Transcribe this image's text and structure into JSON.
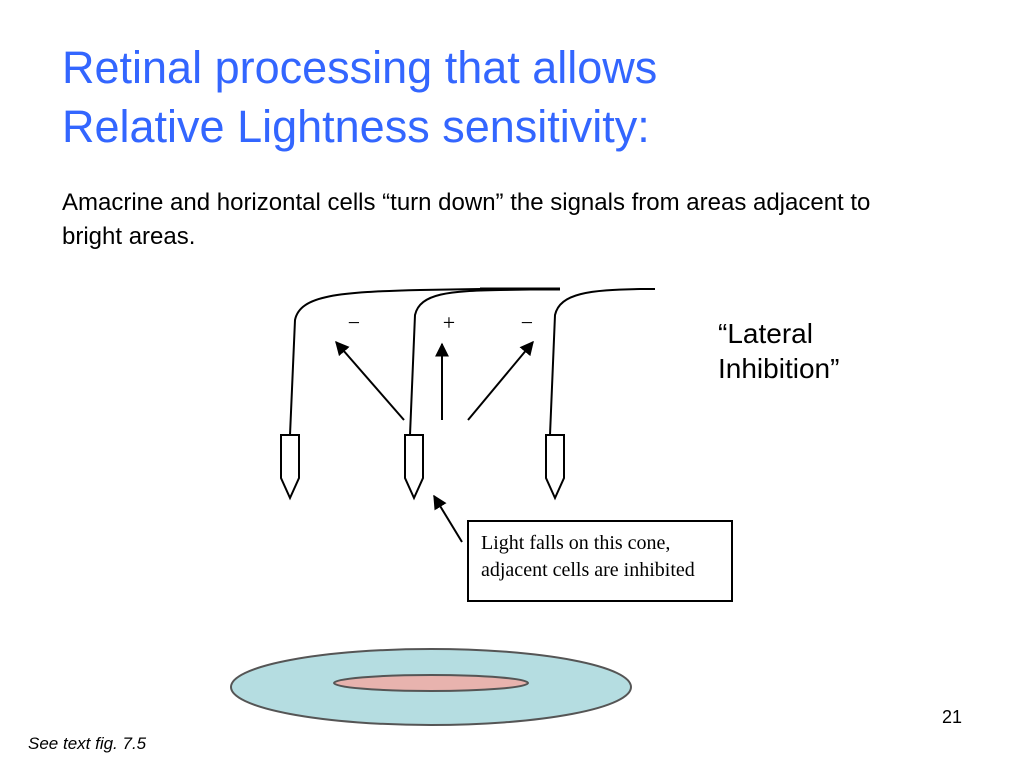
{
  "slide": {
    "title_lines": [
      "Retinal processing that allows",
      "Relative Lightness sensitivity:"
    ],
    "body": "Amacrine and horizontal cells “turn down” the signals from areas adjacent to bright areas.",
    "side_label_lines": [
      "“Lateral",
      "Inhibition”"
    ],
    "page_number": "21",
    "footnote": "See text fig. 7.5"
  },
  "diagram": {
    "signs": {
      "left": "−",
      "center": "+",
      "right": "−"
    },
    "callout_lines": [
      "Light falls on this cone,",
      "adjacent cells are inhibited"
    ],
    "colors": {
      "outer_ellipse": "#b5dde1",
      "inner_ellipse": "#e8b3ae",
      "stroke": "#555555",
      "title": "#3366ff"
    }
  }
}
